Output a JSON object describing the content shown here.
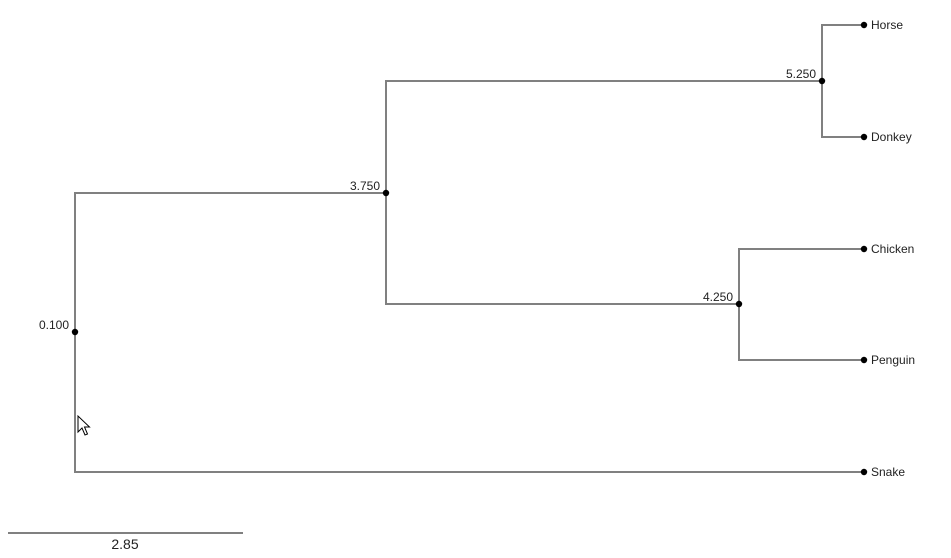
{
  "tree": {
    "root": {
      "id": "root",
      "label": "0.100",
      "children": [
        {
          "id": "n1",
          "label": "3.750",
          "children": [
            {
              "id": "n2",
              "label": "5.250",
              "children": [
                {
                  "id": "horse",
                  "label": "Horse"
                },
                {
                  "id": "donkey",
                  "label": "Donkey"
                }
              ]
            },
            {
              "id": "n3",
              "label": "4.250",
              "children": [
                {
                  "id": "chicken",
                  "label": "Chicken"
                },
                {
                  "id": "penguin",
                  "label": "Penguin"
                }
              ]
            }
          ]
        },
        {
          "id": "snake",
          "label": "Snake"
        }
      ]
    }
  },
  "scale_bar": {
    "label": "2.85"
  },
  "colors": {
    "branch": "#808080",
    "node": "#000000",
    "text": "#222222"
  },
  "icons": {
    "cursor": "mouse-pointer-icon"
  }
}
